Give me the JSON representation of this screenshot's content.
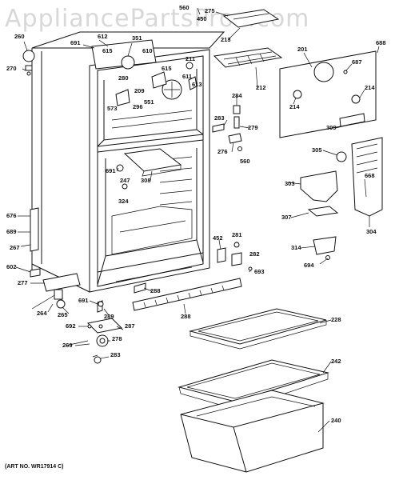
{
  "watermark": "AppliancePartsPros.com",
  "art_number": "(ART NO. WR17914 C)",
  "callouts": {
    "c560a": "560",
    "c450": "450",
    "c275": "275",
    "c213": "213",
    "c201": "201",
    "c688a": "688",
    "c260": "260",
    "c270": "270",
    "c691a": "691",
    "c612": "612",
    "c615a": "615",
    "c351": "351",
    "c610": "610",
    "c211": "211",
    "c615b": "615",
    "c611": "611",
    "c613": "613",
    "c280": "280",
    "c209": "209",
    "c551": "551",
    "c573": "573",
    "c296": "296",
    "c212": "212",
    "c687": "687",
    "c214a": "214",
    "c214b": "214",
    "c284": "284",
    "c283": "283",
    "c279": "279",
    "c276": "276",
    "c560b": "560",
    "c309": "309",
    "c305": "305",
    "c691b": "691",
    "c308": "308",
    "c247": "247",
    "c324": "324",
    "c303": "303",
    "c668": "668",
    "c676": "676",
    "c689": "689",
    "c267": "267",
    "c307": "307",
    "c304": "304",
    "c452": "452",
    "c281": "281",
    "c282": "282",
    "c314": "314",
    "c694": "694",
    "c693": "693",
    "c602": "602",
    "c277": "277",
    "c288a": "288",
    "c264": "264",
    "c265": "265",
    "c691c": "691",
    "c289": "289",
    "c288b": "288",
    "c228": "228",
    "c692": "692",
    "c287": "287",
    "c278": "278",
    "c269": "269",
    "c283b": "283",
    "c242": "242",
    "c240": "240"
  }
}
